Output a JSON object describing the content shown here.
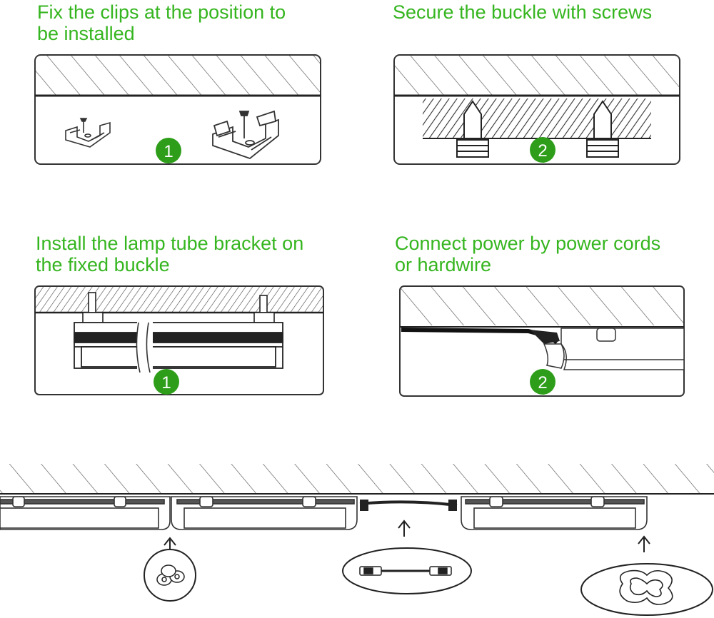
{
  "steps": [
    {
      "caption_line1": "Fix the clips at the position to",
      "caption_line2": "be installed",
      "badge": "1"
    },
    {
      "caption_line1": "Secure the buckle with screws",
      "caption_line2": "",
      "badge": "2"
    },
    {
      "caption_line1": "Install the lamp tube bracket on",
      "caption_line2": "the fixed buckle",
      "badge": "1"
    },
    {
      "caption_line1": "Connect power by power cords",
      "caption_line2": "or hardwire",
      "badge": "2"
    }
  ],
  "colors": {
    "accent": "#35b51f",
    "line": "#333333",
    "badge": "#2e9e1a"
  },
  "bottom_callouts": [
    "connector-icon",
    "power-cord-icon",
    "end-cap-icon"
  ]
}
